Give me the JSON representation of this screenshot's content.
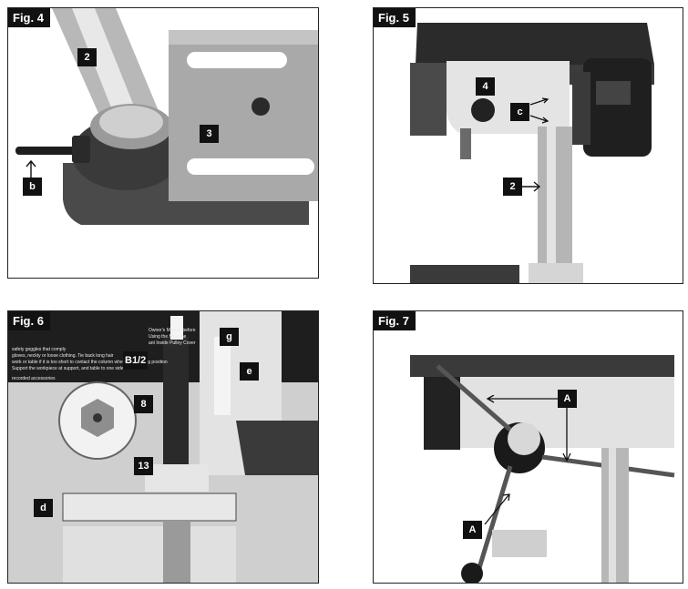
{
  "figures": [
    {
      "label": "Fig. 4",
      "callouts": [
        "2",
        "3",
        "b"
      ]
    },
    {
      "label": "Fig. 5",
      "callouts": [
        "4",
        "c",
        "2"
      ]
    },
    {
      "label": "Fig. 6",
      "callouts": [
        "g",
        "B1/2",
        "e",
        "8",
        "13",
        "d"
      ],
      "panel_text": [
        "Owner's Manual before Using the Machine",
        "ant Inside Pulley Cover",
        "safety goggles that comply",
        "gloves, neckty or loose clothing. Tie back long hair",
        "work or table if it is too short to contact the column when in operating position",
        "Support the workpiece at support, and table to one side",
        "recorded accessories"
      ]
    },
    {
      "label": "Fig. 7",
      "callouts": [
        "A",
        "A"
      ]
    }
  ],
  "colors": {
    "label_bg": "#111111",
    "label_fg": "#ffffff",
    "border": "#222222"
  }
}
